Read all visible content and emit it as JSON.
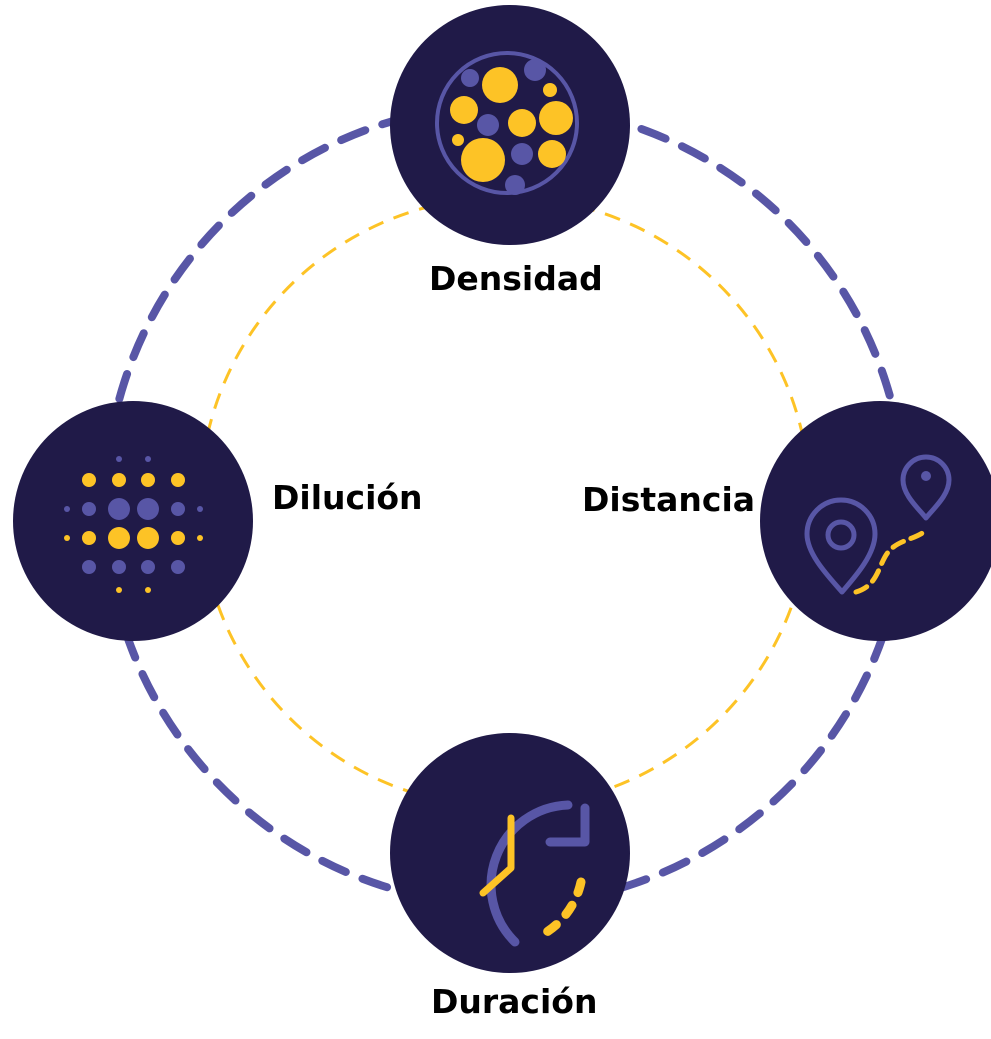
{
  "colors": {
    "node_fill": "#201a48",
    "accent_purple": "#5856a6",
    "accent_yellow": "#fdc326",
    "outer_ring": "#5856a6",
    "inner_ring": "#fdc326"
  },
  "nodes": [
    {
      "id": "densidad",
      "label": "Densidad",
      "icon": "particles-in-circle-icon"
    },
    {
      "id": "dilucion",
      "label": "Dilución",
      "icon": "dispersed-dots-icon"
    },
    {
      "id": "distancia",
      "label": "Distancia",
      "icon": "map-pins-route-icon"
    },
    {
      "id": "duracion",
      "label": "Duración",
      "icon": "clock-cycle-icon"
    }
  ]
}
